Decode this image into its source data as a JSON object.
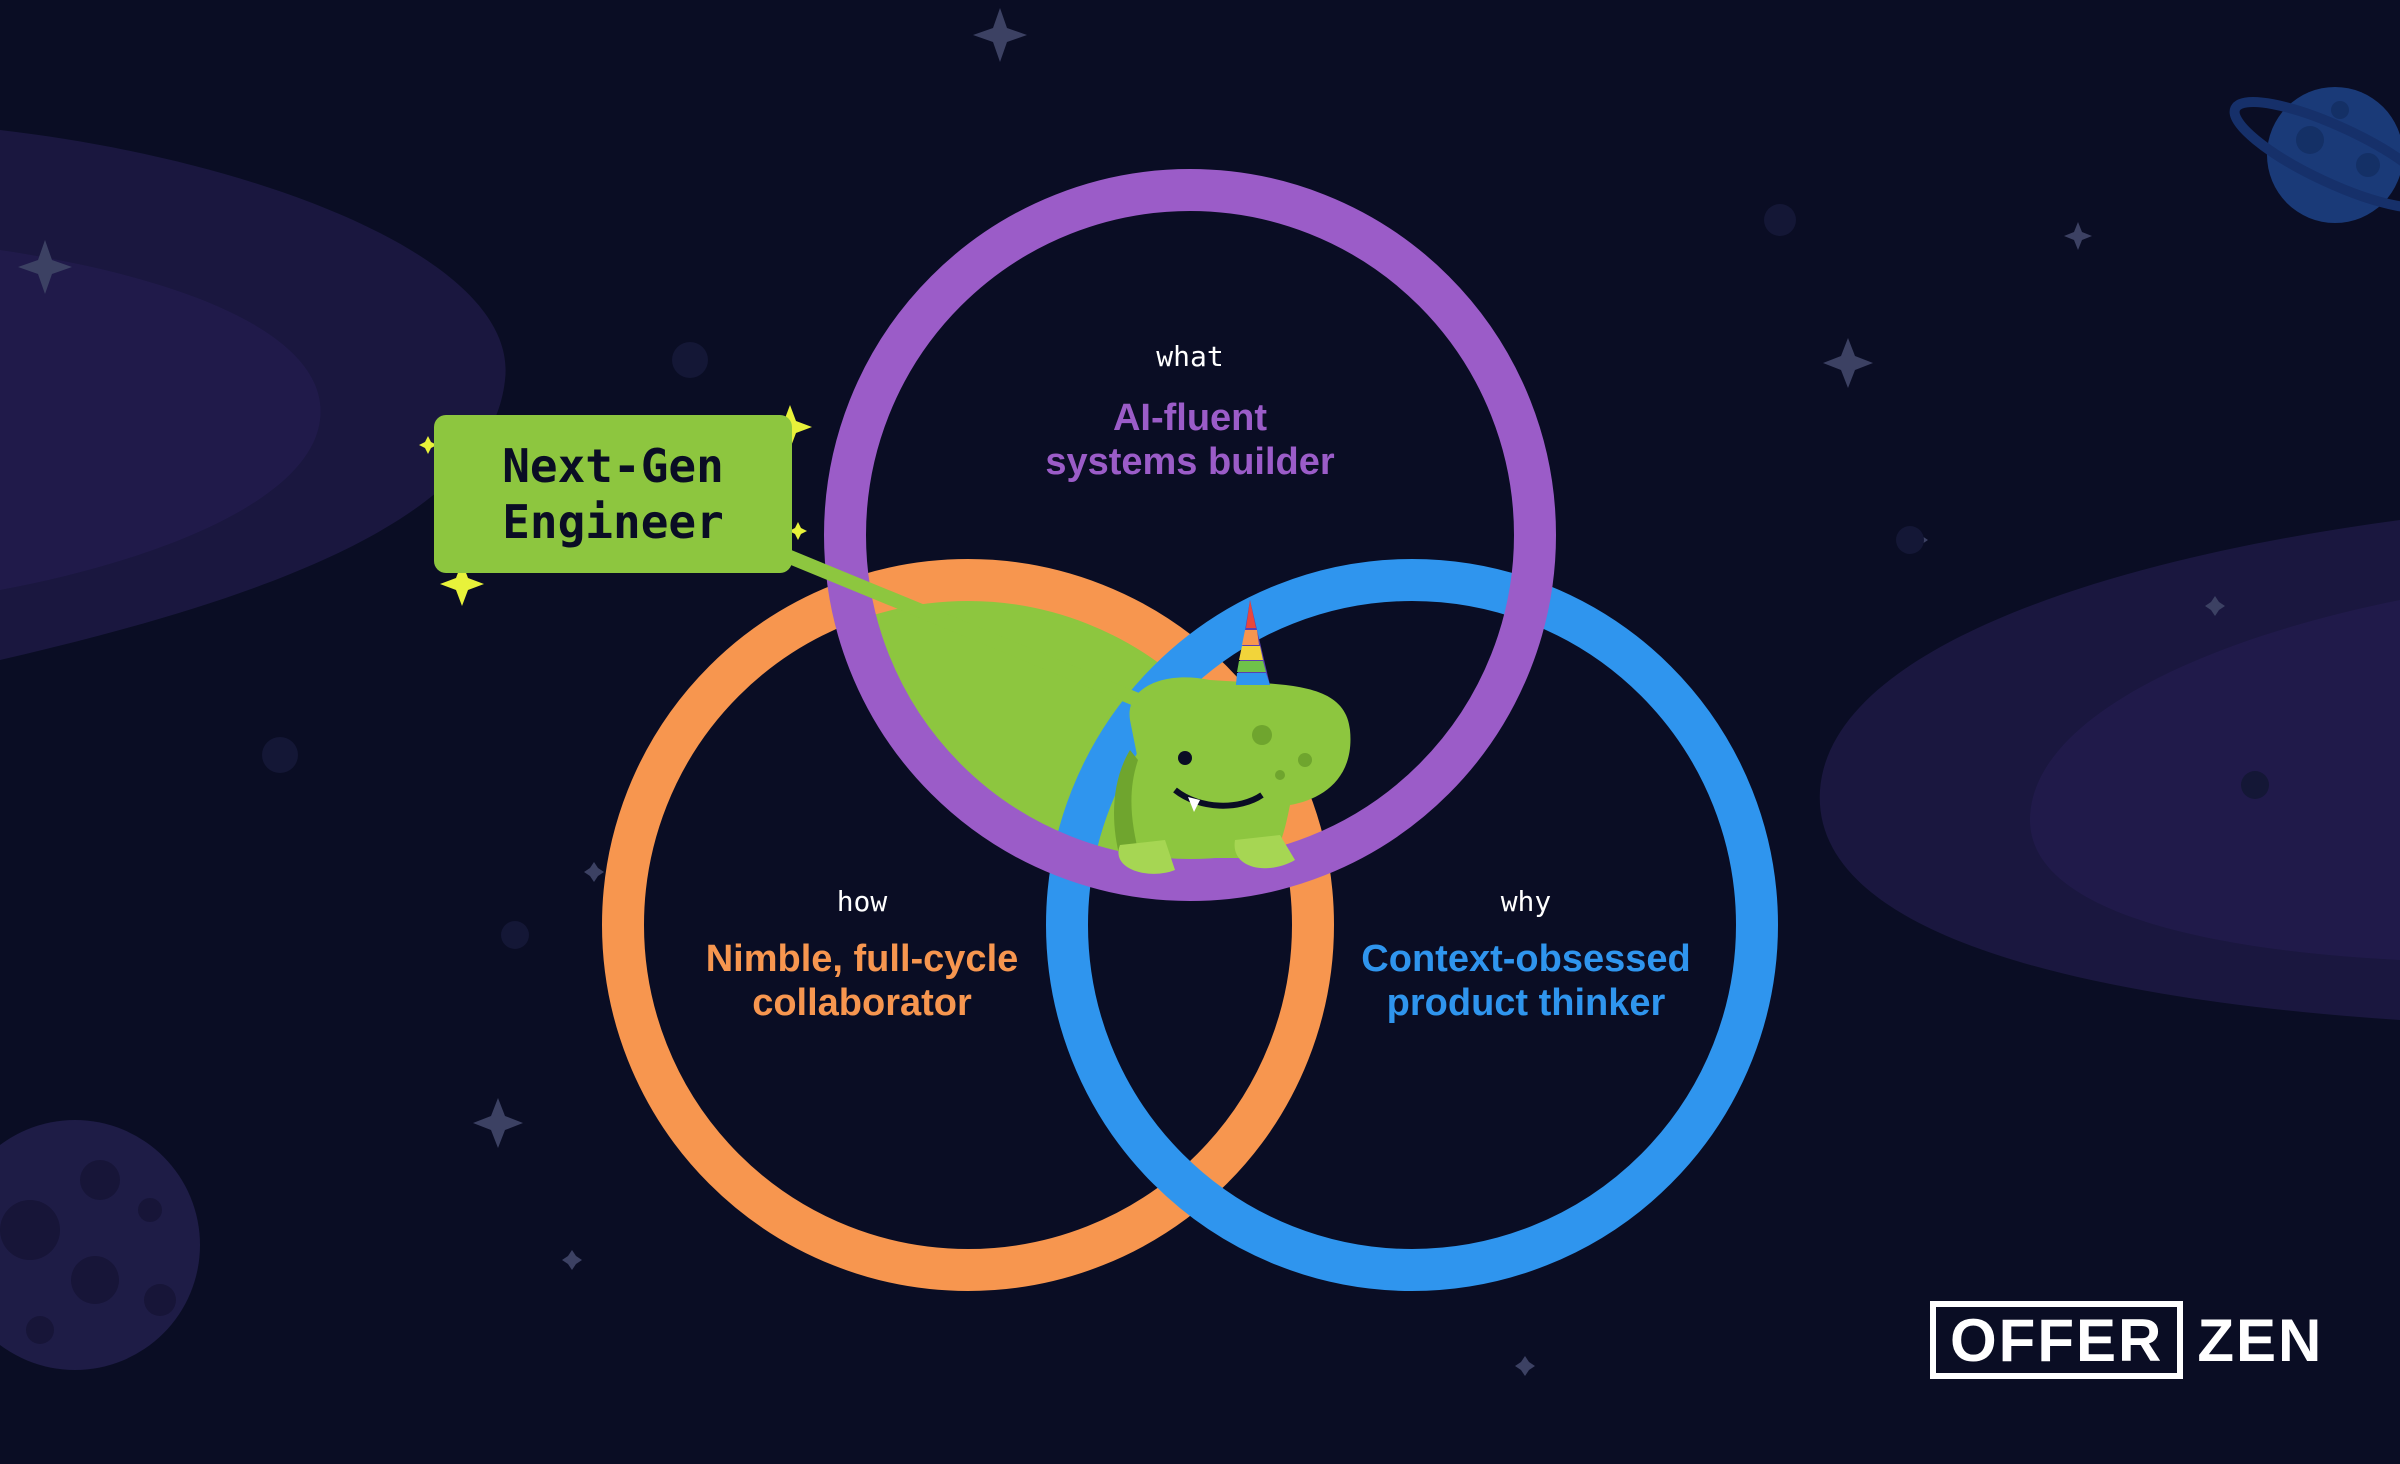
{
  "colors": {
    "background": "#0a0d24",
    "what": "#9b5cc8",
    "how": "#f7964f",
    "why": "#2f95ee",
    "center": "#8dc63f",
    "sparkle": "#e8f23a"
  },
  "callout": {
    "line1": "Next-Gen",
    "line2": "Engineer"
  },
  "circles": {
    "what": {
      "tag": "what",
      "line1": "AI-fluent",
      "line2": "systems builder"
    },
    "how": {
      "tag": "how",
      "line1": "Nimble, full-cycle",
      "line2": "collaborator"
    },
    "why": {
      "tag": "why",
      "line1": "Context-obsessed",
      "line2": "product thinker"
    }
  },
  "mascot": {
    "icon": "unicorn-dinosaur-icon"
  },
  "logo": {
    "boxed": "OFFER",
    "plain": "ZEN"
  }
}
